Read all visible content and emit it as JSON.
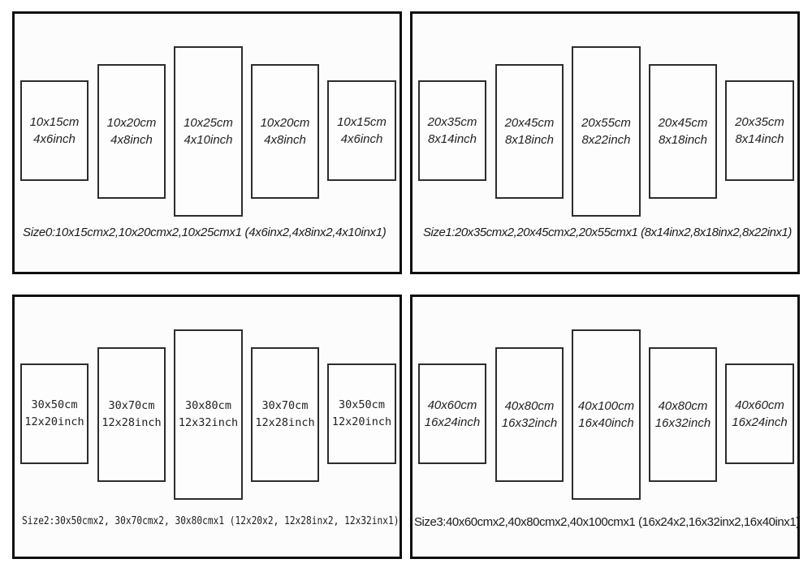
{
  "colors": {
    "page_bg": "#ffffff",
    "panel_bg": "#fcfcfc",
    "rect_bg": "#fdfdfd",
    "panel_border": "#0f0f0f",
    "rect_border": "#2d2d2d",
    "text": "#222222"
  },
  "panels": [
    {
      "name": "Size0",
      "caption": "Size0:10x15cmx2,10x20cmx2,10x25cmx1 (4x6inx2,4x8inx2,4x10inx1)",
      "rects": [
        {
          "cm": "10x15cm",
          "inch": "4x6inch"
        },
        {
          "cm": "10x20cm",
          "inch": "4x8inch"
        },
        {
          "cm": "10x25cm",
          "inch": "4x10inch"
        },
        {
          "cm": "10x20cm",
          "inch": "4x8inch"
        },
        {
          "cm": "10x15cm",
          "inch": "4x6inch"
        }
      ]
    },
    {
      "name": "Size1",
      "caption": "Size1:20x35cmx2,20x45cmx2,20x55cmx1 (8x14inx2,8x18inx2,8x22inx1)",
      "rects": [
        {
          "cm": "20x35cm",
          "inch": "8x14inch"
        },
        {
          "cm": "20x45cm",
          "inch": "8x18inch"
        },
        {
          "cm": "20x55cm",
          "inch": "8x22inch"
        },
        {
          "cm": "20x45cm",
          "inch": "8x18inch"
        },
        {
          "cm": "20x35cm",
          "inch": "8x14inch"
        }
      ]
    },
    {
      "name": "Size2",
      "caption": "Size2:30x50cmx2, 30x70cmx2, 30x80cmx1 (12x20x2, 12x28inx2, 12x32inx1)",
      "rects": [
        {
          "cm": "30x50cm",
          "inch": "12x20inch"
        },
        {
          "cm": "30x70cm",
          "inch": "12x28inch"
        },
        {
          "cm": "30x80cm",
          "inch": "12x32inch"
        },
        {
          "cm": "30x70cm",
          "inch": "12x28inch"
        },
        {
          "cm": "30x50cm",
          "inch": "12x20inch"
        }
      ]
    },
    {
      "name": "Size3",
      "caption": "Size3:40x60cmx2,40x80cmx2,40x100cmx1 (16x24x2,16x32inx2,16x40inx1)",
      "rects": [
        {
          "cm": "40x60cm",
          "inch": "16x24inch"
        },
        {
          "cm": "40x80cm",
          "inch": "16x32inch"
        },
        {
          "cm": "40x100cm",
          "inch": "16x40inch"
        },
        {
          "cm": "40x80cm",
          "inch": "16x32inch"
        },
        {
          "cm": "40x60cm",
          "inch": "16x24inch"
        }
      ]
    }
  ]
}
